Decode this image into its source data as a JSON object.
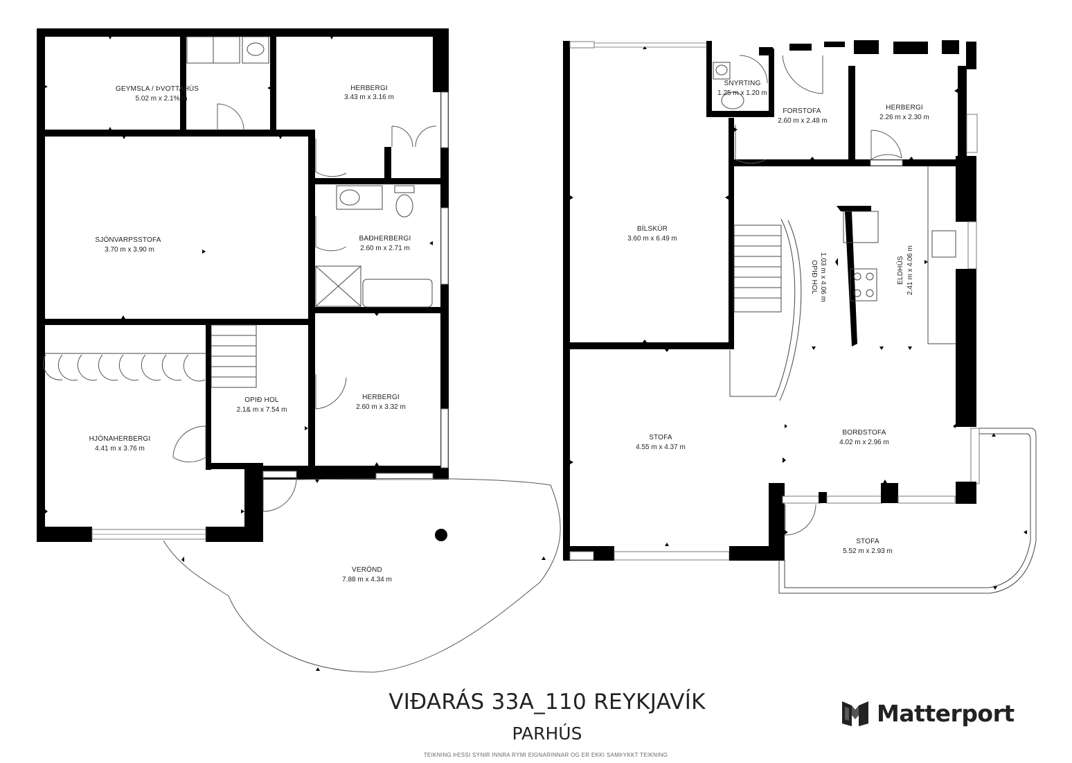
{
  "floor_lower": {
    "rooms": [
      {
        "name": "GEYMSLA / ÞVOTTAHÚS",
        "dims": "5.02 m x 2.1% m"
      },
      {
        "name": "HERBERGI",
        "dims": "3.43 m x 3.16 m"
      },
      {
        "name": "SJÓNVARPSSTOFA",
        "dims": "3.70 m x 3.90 m"
      },
      {
        "name": "BAÐHERBERGI",
        "dims": "2.60 m x 2.71 m"
      },
      {
        "name": "OPIÐ HOL",
        "dims": "2.1& m x 7.54 m"
      },
      {
        "name": "HERBERGI",
        "dims": "2.60 m x 3.32 m"
      },
      {
        "name": "HJÓNAHERBERGI",
        "dims": "4.41 m x 3.76 m"
      },
      {
        "name": "VERÖND",
        "dims": "7.88 m x 4.34 m"
      }
    ]
  },
  "floor_upper": {
    "rooms": [
      {
        "name": "SNYRTING",
        "dims": "1.25 m x 1.20 m"
      },
      {
        "name": "FORSTOFA",
        "dims": "2.60 m x 2.48 m"
      },
      {
        "name": "HERBERGI",
        "dims": "2.26 m x 2.30 m"
      },
      {
        "name": "BÍLSKÚR",
        "dims": "3.60 m x 6.49 m"
      },
      {
        "name": "OPIÐ HOL",
        "dims": "1.03 m x 4.06 m"
      },
      {
        "name": "ELDHÚS",
        "dims": "2.41 m x 4.06 m"
      },
      {
        "name": "STOFA",
        "dims": "4.55 m x 4.37 m"
      },
      {
        "name": "BORÐSTOFA",
        "dims": "4.02 m x 2.96 m"
      },
      {
        "name": "STOFA",
        "dims": "5.52 m x 2.93 m"
      }
    ]
  },
  "footer": {
    "title": "VIÐARÁS 33A_110 REYKJAVÍK",
    "subtitle": "PARHÚS",
    "disclaimer": "TEIKNING ÞESSI SÝNIR INNRA RÝMI EIGNARINNAR OG ER EKKI SAMÞYKKT TEIKNING"
  },
  "brand": {
    "name": "Matterport",
    "icon": "matterport-logo-icon"
  }
}
